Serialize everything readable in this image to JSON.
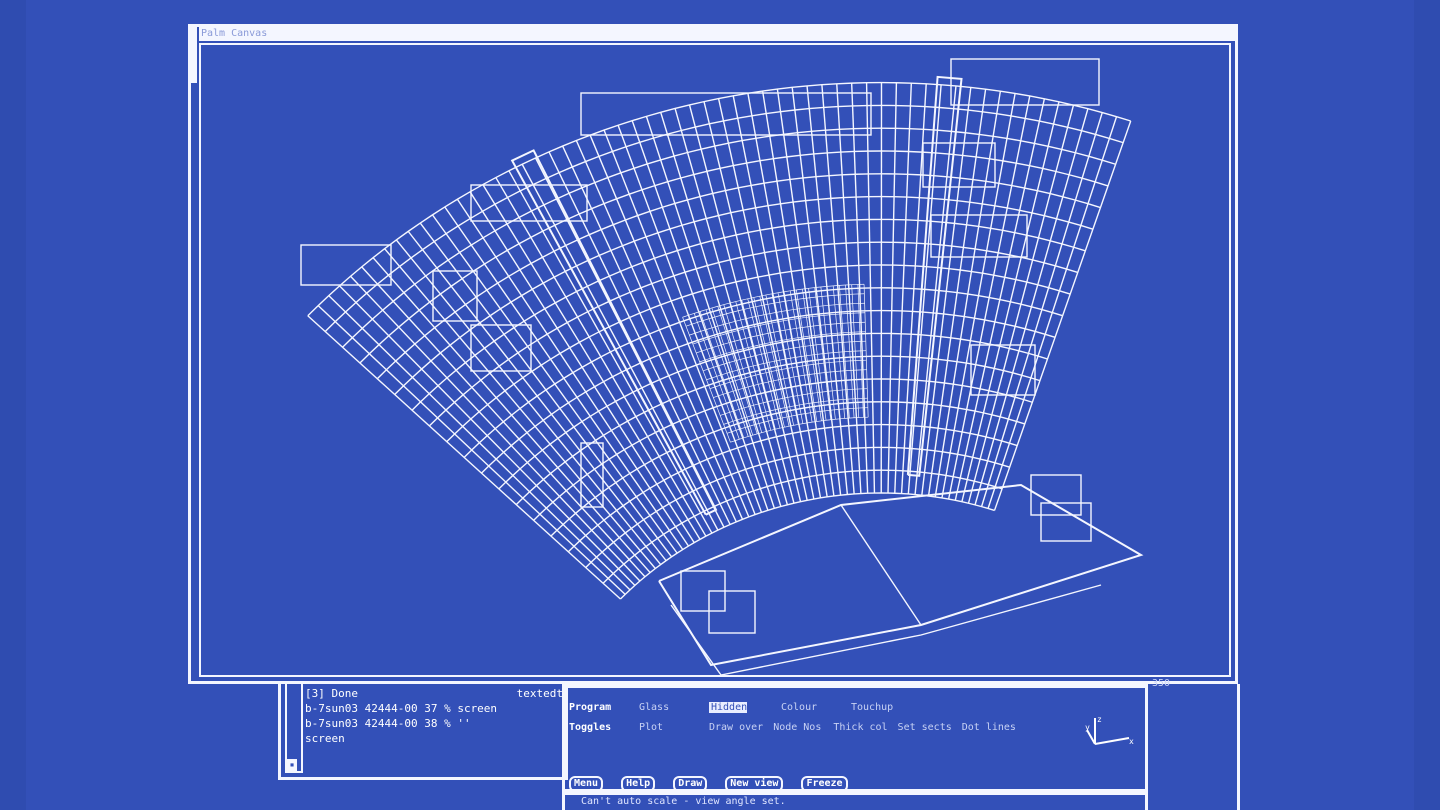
{
  "window": {
    "title": "Palm Canvas"
  },
  "terminal": {
    "header_left": "[3]    Done",
    "header_right": "textedt",
    "lines": [
      "b-7sun03 42444-00 37 % screen",
      "b-7sun03 42444-00 38 % ''",
      "screen"
    ]
  },
  "panel": {
    "program_label": "Program",
    "program_options": [
      "Glass",
      "Hidden",
      "Colour",
      "Touchup"
    ],
    "program_selected": "Hidden",
    "toggles_label": "Toggles",
    "toggle_options": [
      "Plot",
      "Draw over",
      "Node Nos",
      "Thick col",
      "Set sects",
      "Dot lines"
    ],
    "buttons": [
      "Menu",
      "Help",
      "Draw",
      "New view",
      "Freeze"
    ],
    "axis_labels": {
      "y": "y",
      "z": "z",
      "x": "x"
    }
  },
  "status": {
    "message": "Can't auto scale - view angle set."
  },
  "right_strip": {
    "label": "350"
  },
  "colors": {
    "background": "#3350b8",
    "line": "#f4f6ff"
  }
}
